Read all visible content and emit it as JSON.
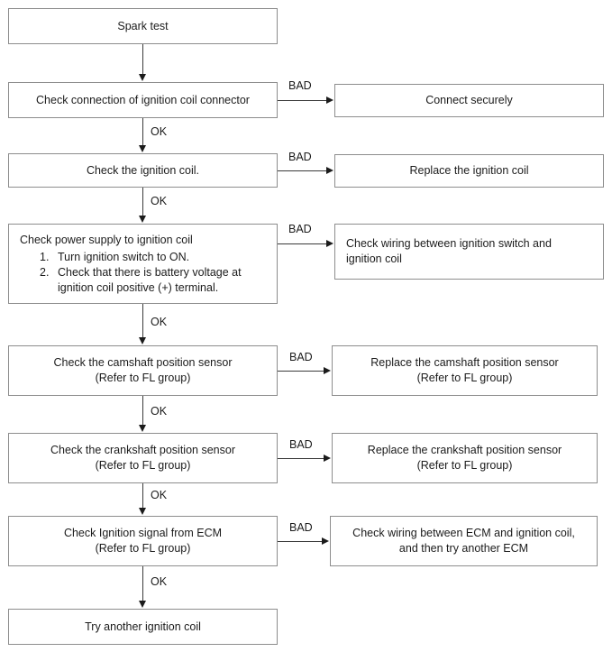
{
  "diagram": {
    "title": "Spark test troubleshooting flowchart",
    "colors": {
      "box_border": "#8d8d8d",
      "connector": "#3a3a3a",
      "text": "#1b1b1b",
      "background": "#ffffff"
    },
    "edge_labels": {
      "ok": "OK",
      "bad": "BAD"
    }
  },
  "main_nodes": [
    {
      "id": "spark-test",
      "text": "Spark test"
    },
    {
      "id": "check-connector",
      "text": "Check connection of ignition coil connector"
    },
    {
      "id": "check-coil",
      "text": "Check the ignition coil."
    },
    {
      "id": "check-power-supply",
      "heading": "Check power supply to ignition coil",
      "steps": [
        {
          "marker": "1.",
          "text": "Turn ignition switch to ON."
        },
        {
          "marker": "2.",
          "text": "Check that there is battery voltage at ignition coil positive (+) terminal."
        }
      ]
    },
    {
      "id": "check-camshaft-sensor",
      "line1": "Check the camshaft position sensor",
      "line2": "(Refer to FL group)"
    },
    {
      "id": "check-crankshaft-sensor",
      "line1": "Check the crankshaft position sensor",
      "line2": "(Refer to FL group)"
    },
    {
      "id": "check-ignition-signal",
      "line1": "Check Ignition signal from ECM",
      "line2": "(Refer to FL group)"
    },
    {
      "id": "try-another-coil",
      "text": "Try another ignition coil"
    }
  ],
  "branch_nodes": [
    {
      "id": "connect-securely",
      "text": "Connect securely"
    },
    {
      "id": "replace-coil",
      "text": "Replace the ignition coil"
    },
    {
      "id": "check-wiring-ignition-switch",
      "line1": "Check wiring between ignition switch and",
      "line2": "ignition coil"
    },
    {
      "id": "replace-camshaft-sensor",
      "line1": "Replace the camshaft position sensor",
      "line2": "(Refer to FL group)"
    },
    {
      "id": "replace-crankshaft-sensor",
      "line1": "Replace the crankshaft position sensor",
      "line2": "(Refer to FL group)"
    },
    {
      "id": "check-wiring-ecm",
      "line1": "Check wiring between ECM and ignition coil,",
      "line2": "and then try another ECM"
    }
  ],
  "ok_labels": [
    "OK",
    "OK",
    "OK",
    "OK",
    "OK",
    "OK"
  ],
  "bad_labels": [
    "BAD",
    "BAD",
    "BAD",
    "BAD",
    "BAD",
    "BAD"
  ],
  "chart_data": {
    "type": "table",
    "title": "Spark test troubleshooting flowchart",
    "nodes": [
      "Spark test",
      "Check connection of ignition coil connector",
      "Check the ignition coil.",
      "Check power supply to ignition coil",
      "Check the camshaft position sensor (Refer to FL group)",
      "Check the crankshaft position sensor (Refer to FL group)",
      "Check Ignition signal from ECM (Refer to FL group)",
      "Try another ignition coil",
      "Connect securely",
      "Replace the ignition coil",
      "Check wiring between ignition switch and ignition coil",
      "Replace the camshaft position sensor (Refer to FL group)",
      "Replace the crankshaft position sensor (Refer to FL group)",
      "Check wiring between ECM and ignition coil, and then try another ECM"
    ],
    "edges": [
      {
        "from": "Spark test",
        "to": "Check connection of ignition coil connector",
        "label": ""
      },
      {
        "from": "Check connection of ignition coil connector",
        "to": "Connect securely",
        "label": "BAD"
      },
      {
        "from": "Check connection of ignition coil connector",
        "to": "Check the ignition coil.",
        "label": "OK"
      },
      {
        "from": "Check the ignition coil.",
        "to": "Replace the ignition coil",
        "label": "BAD"
      },
      {
        "from": "Check the ignition coil.",
        "to": "Check power supply to ignition coil",
        "label": "OK"
      },
      {
        "from": "Check power supply to ignition coil",
        "to": "Check wiring between ignition switch and ignition coil",
        "label": "BAD"
      },
      {
        "from": "Check power supply to ignition coil",
        "to": "Check the camshaft position sensor (Refer to FL group)",
        "label": "OK"
      },
      {
        "from": "Check the camshaft position sensor (Refer to FL group)",
        "to": "Replace the camshaft position sensor (Refer to FL group)",
        "label": "BAD"
      },
      {
        "from": "Check the camshaft position sensor (Refer to FL group)",
        "to": "Check the crankshaft position sensor (Refer to FL group)",
        "label": "OK"
      },
      {
        "from": "Check the crankshaft position sensor (Refer to FL group)",
        "to": "Replace the crankshaft position sensor (Refer to FL group)",
        "label": "BAD"
      },
      {
        "from": "Check the crankshaft position sensor (Refer to FL group)",
        "to": "Check Ignition signal from ECM (Refer to FL group)",
        "label": "OK"
      },
      {
        "from": "Check Ignition signal from ECM (Refer to FL group)",
        "to": "Check wiring between ECM and ignition coil, and then try another ECM",
        "label": "BAD"
      },
      {
        "from": "Check Ignition signal from ECM (Refer to FL group)",
        "to": "Try another ignition coil",
        "label": "OK"
      }
    ]
  }
}
